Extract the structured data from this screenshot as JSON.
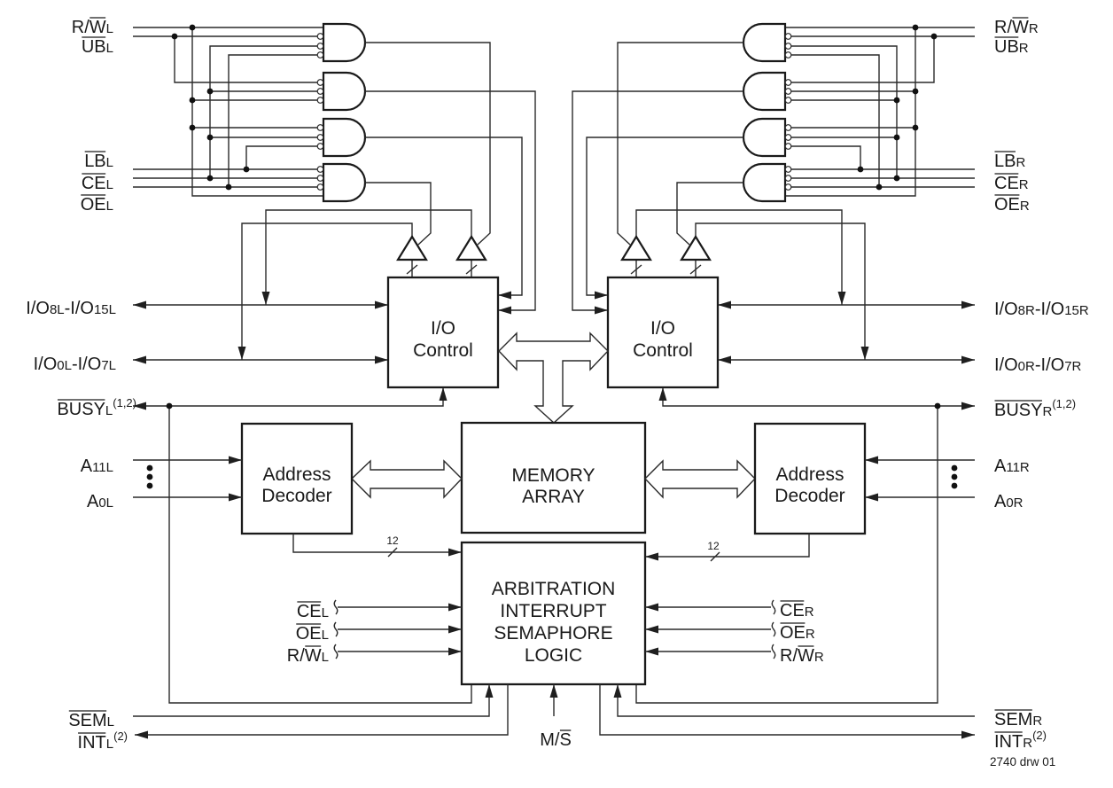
{
  "figure": {
    "id": "2740 drw 01"
  },
  "blocks": {
    "io_control_left": {
      "lines": [
        "I/O",
        "Control"
      ]
    },
    "io_control_right": {
      "lines": [
        "I/O",
        "Control"
      ]
    },
    "memory_array": {
      "lines": [
        "MEMORY",
        "ARRAY"
      ]
    },
    "address_decoder_left": {
      "lines": [
        "Address",
        "Decoder"
      ]
    },
    "address_decoder_right": {
      "lines": [
        "Address",
        "Decoder"
      ]
    },
    "arbitration_logic": {
      "lines": [
        "ARBITRATION",
        "INTERRUPT",
        "SEMAPHORE",
        "LOGIC"
      ]
    }
  },
  "bus_width_labels": {
    "left_decoder_to_arbitration": "12",
    "right_decoder_to_arbitration": "12"
  },
  "signals": {
    "left": {
      "rw": [
        {
          "text": "R/"
        },
        {
          "text": "W",
          "style": "bar"
        },
        {
          "text": "L",
          "style": "sub"
        }
      ],
      "ub": [
        {
          "text": "UB",
          "style": "bar"
        },
        {
          "text": "L",
          "style": "sub"
        }
      ],
      "lb": [
        {
          "text": "LB",
          "style": "bar"
        },
        {
          "text": "L",
          "style": "sub"
        }
      ],
      "ce": [
        {
          "text": "CE",
          "style": "bar"
        },
        {
          "text": "L",
          "style": "sub"
        }
      ],
      "oe": [
        {
          "text": "OE",
          "style": "bar"
        },
        {
          "text": "L",
          "style": "sub"
        }
      ],
      "io_upper": [
        {
          "text": "I/O"
        },
        {
          "text": "8L",
          "style": "sub"
        },
        {
          "text": "-I/O"
        },
        {
          "text": "15L",
          "style": "sub"
        }
      ],
      "io_lower": [
        {
          "text": "I/O"
        },
        {
          "text": "0L",
          "style": "sub"
        },
        {
          "text": "-I/O"
        },
        {
          "text": "7L",
          "style": "sub"
        }
      ],
      "busy": [
        {
          "text": "BUSY",
          "style": "bar"
        },
        {
          "text": "L",
          "style": "sub"
        },
        {
          "text": "(1,2)",
          "style": "sup"
        }
      ],
      "addr_msb": [
        {
          "text": "A"
        },
        {
          "text": "11L",
          "style": "sub"
        }
      ],
      "addr_lsb": [
        {
          "text": "A"
        },
        {
          "text": "0L",
          "style": "sub"
        }
      ],
      "arb_ce": [
        {
          "text": "CE",
          "style": "bar"
        },
        {
          "text": "L",
          "style": "sub"
        }
      ],
      "arb_oe": [
        {
          "text": "OE",
          "style": "bar"
        },
        {
          "text": "L",
          "style": "sub"
        }
      ],
      "arb_rw": [
        {
          "text": "R/"
        },
        {
          "text": "W",
          "style": "bar"
        },
        {
          "text": "L",
          "style": "sub"
        }
      ],
      "sem": [
        {
          "text": "SEM",
          "style": "bar"
        },
        {
          "text": "L",
          "style": "sub"
        }
      ],
      "int": [
        {
          "text": "INT",
          "style": "bar"
        },
        {
          "text": "L",
          "style": "sub"
        },
        {
          "text": "(2)",
          "style": "sup"
        }
      ]
    },
    "right": {
      "rw": [
        {
          "text": "R/"
        },
        {
          "text": "W",
          "style": "bar"
        },
        {
          "text": "R",
          "style": "sub"
        }
      ],
      "ub": [
        {
          "text": "UB",
          "style": "bar"
        },
        {
          "text": "R",
          "style": "sub"
        }
      ],
      "lb": [
        {
          "text": "LB",
          "style": "bar"
        },
        {
          "text": "R",
          "style": "sub"
        }
      ],
      "ce": [
        {
          "text": "CE",
          "style": "bar"
        },
        {
          "text": "R",
          "style": "sub"
        }
      ],
      "oe": [
        {
          "text": "OE",
          "style": "bar"
        },
        {
          "text": "R",
          "style": "sub"
        }
      ],
      "io_upper": [
        {
          "text": "I/O"
        },
        {
          "text": "8R",
          "style": "sub"
        },
        {
          "text": "-I/O"
        },
        {
          "text": "15R",
          "style": "sub"
        }
      ],
      "io_lower": [
        {
          "text": "I/O"
        },
        {
          "text": "0R",
          "style": "sub"
        },
        {
          "text": "-I/O"
        },
        {
          "text": "7R",
          "style": "sub"
        }
      ],
      "busy": [
        {
          "text": "BUSY",
          "style": "bar"
        },
        {
          "text": "R",
          "style": "sub"
        },
        {
          "text": "(1,2)",
          "style": "sup"
        }
      ],
      "addr_msb": [
        {
          "text": "A"
        },
        {
          "text": "11R",
          "style": "sub"
        }
      ],
      "addr_lsb": [
        {
          "text": "A"
        },
        {
          "text": "0R",
          "style": "sub"
        }
      ],
      "arb_ce": [
        {
          "text": "CE",
          "style": "bar"
        },
        {
          "text": "R",
          "style": "sub"
        }
      ],
      "arb_oe": [
        {
          "text": "OE",
          "style": "bar"
        },
        {
          "text": "R",
          "style": "sub"
        }
      ],
      "arb_rw": [
        {
          "text": "R/"
        },
        {
          "text": "W",
          "style": "bar"
        },
        {
          "text": "R",
          "style": "sub"
        }
      ],
      "sem": [
        {
          "text": "SEM",
          "style": "bar"
        },
        {
          "text": "R",
          "style": "sub"
        }
      ],
      "int": [
        {
          "text": "INT",
          "style": "bar"
        },
        {
          "text": "R",
          "style": "sub"
        },
        {
          "text": "(2)",
          "style": "sup"
        }
      ]
    },
    "master_slave": [
      {
        "text": "M/"
      },
      {
        "text": "S",
        "style": "bar"
      }
    ]
  }
}
